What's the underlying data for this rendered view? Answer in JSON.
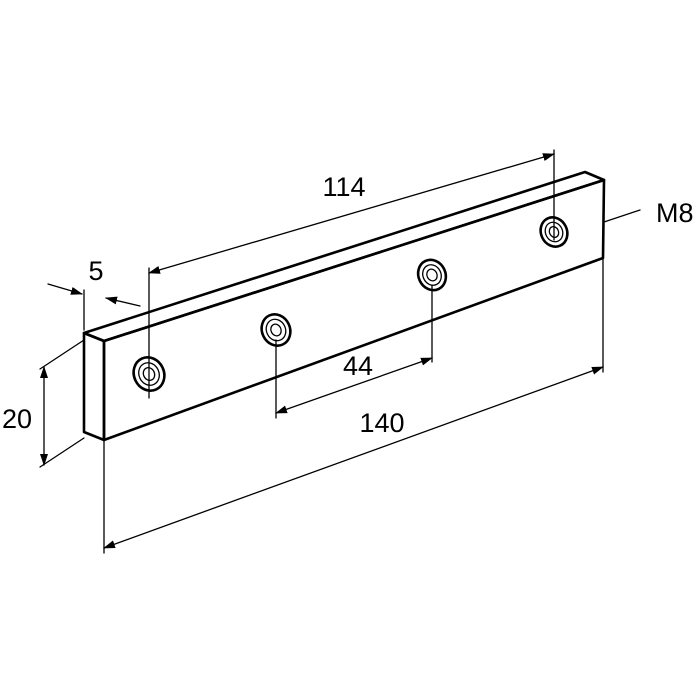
{
  "drawing": {
    "part": "flat-bar-with-four-holes",
    "dimensions": {
      "length": "140",
      "hole_span": "114",
      "hole_pitch": "44",
      "height": "20",
      "thickness": "5",
      "thread": "M8"
    },
    "hole_count": 4,
    "line_color": "#000000",
    "background": "#ffffff"
  }
}
